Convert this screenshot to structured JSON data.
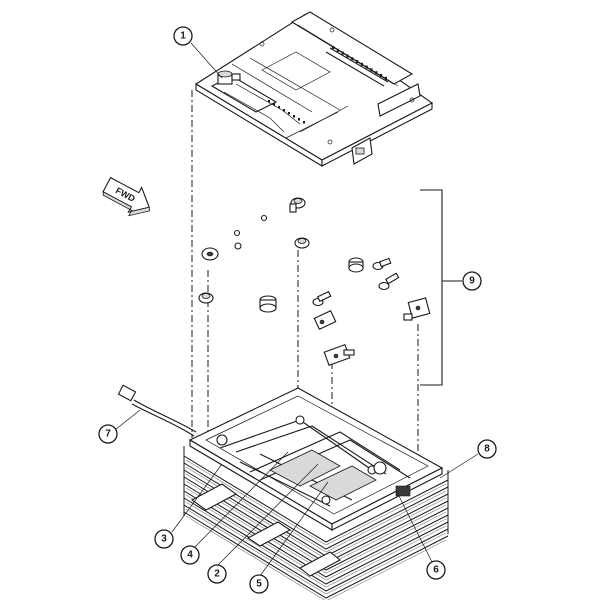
{
  "direction_arrow": {
    "label": "FWD"
  },
  "callouts": {
    "c1": "1",
    "c2": "2",
    "c3": "3",
    "c4": "4",
    "c5": "5",
    "c6": "6",
    "c7": "7",
    "c8": "8",
    "c9": "9"
  }
}
